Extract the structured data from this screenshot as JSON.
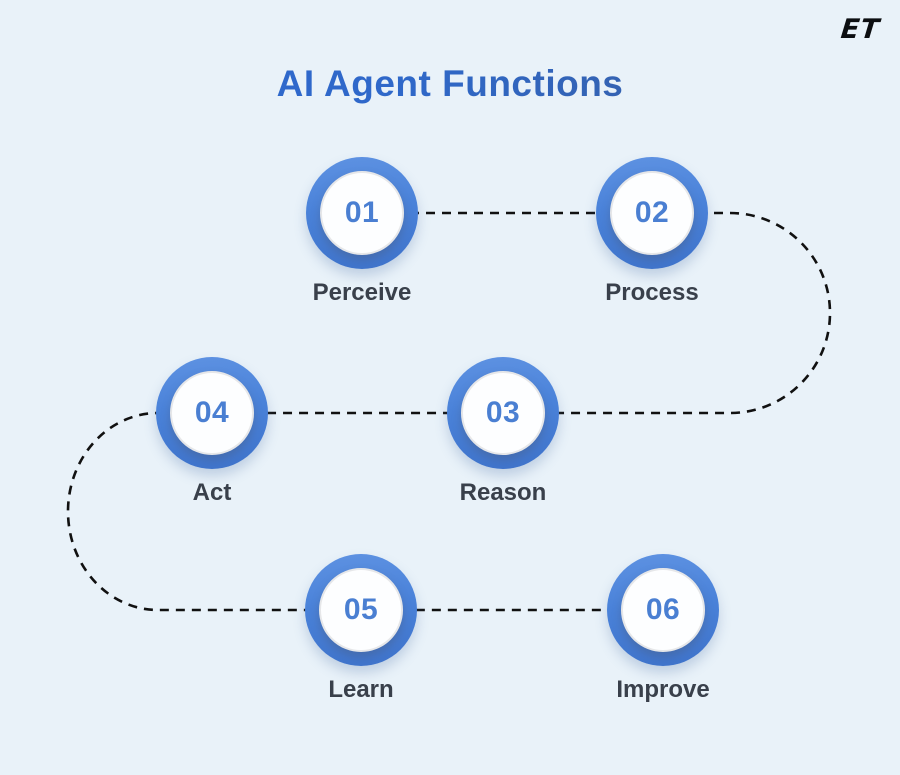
{
  "logo": {
    "text": "ET"
  },
  "title": "AI Agent Functions",
  "steps": [
    {
      "number": "01",
      "label": "Perceive"
    },
    {
      "number": "02",
      "label": "Process"
    },
    {
      "number": "03",
      "label": "Reason"
    },
    {
      "number": "04",
      "label": "Act"
    },
    {
      "number": "05",
      "label": "Learn"
    },
    {
      "number": "06",
      "label": "Improve"
    }
  ],
  "colors": {
    "background": "#e9f2f9",
    "ring_blue": "#4a82d9",
    "number_blue": "#4a7fd2",
    "label_text": "#39404b",
    "title_blue_start": "#2e6ad0",
    "title_blue_end": "#3a5c96",
    "connector_dash": "#111111",
    "logo_black": "#0c0e11"
  }
}
